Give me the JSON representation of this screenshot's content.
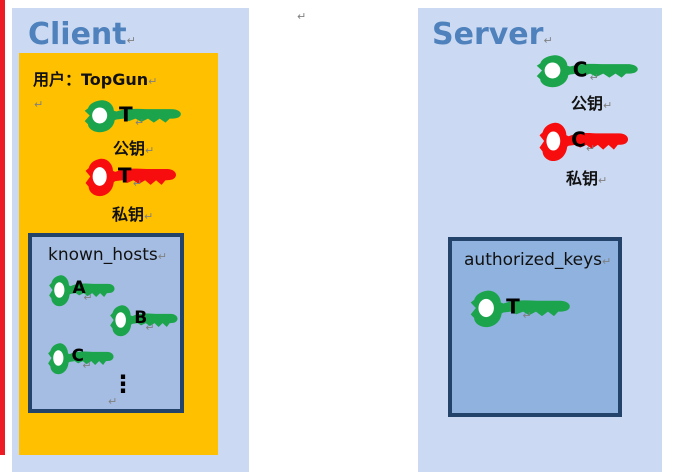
{
  "marks": {
    "pilcrow": "↵"
  },
  "client": {
    "title": "Client",
    "user_label": "用户：TopGun",
    "public_key": {
      "label": "T",
      "caption": "公钥"
    },
    "private_key": {
      "label": "T",
      "caption": "私钥"
    },
    "known_hosts": {
      "title": "known_hosts",
      "keys": [
        {
          "label": "A"
        },
        {
          "label": "B"
        },
        {
          "label": "C"
        }
      ],
      "ellipsis": "⋮"
    }
  },
  "server": {
    "title": "Server",
    "public_key": {
      "label": "C",
      "caption": "公钥"
    },
    "private_key": {
      "label": "C",
      "caption": "私钥"
    },
    "authorized_keys": {
      "title": "authorized_keys",
      "keys": [
        {
          "label": "T"
        }
      ]
    }
  },
  "colors": {
    "panel": "#CBDAF2",
    "orange": "#FFC000",
    "kh_fill": "#A5BDE2",
    "ak_fill": "#8FB2DE",
    "box_border": "#24436B",
    "title_blue": "#4F81BD",
    "key_green": "#1CA44C",
    "key_red": "#F70D0D",
    "text": "#111111",
    "mark_gray": "#808080",
    "edge_red": "#ED1C24"
  }
}
